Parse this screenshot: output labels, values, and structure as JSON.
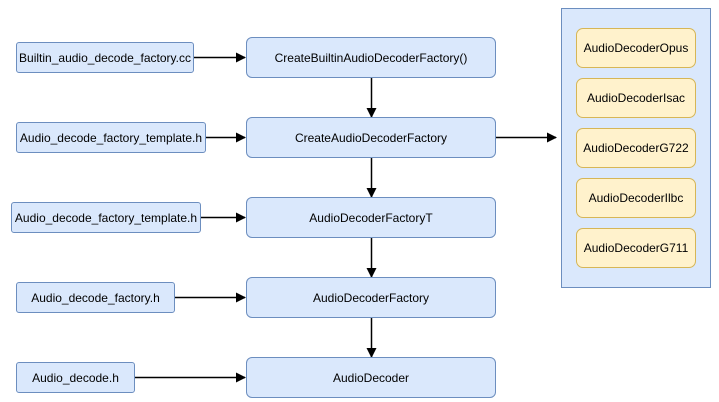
{
  "colors": {
    "blue_fill": "#dae8fc",
    "blue_stroke": "#6c8ebf",
    "yellow_fill": "#fff2cc",
    "yellow_stroke": "#d6b656",
    "arrow": "#000000"
  },
  "sources": {
    "builtin_factory_cc": "Builtin_audio_decode_factory.cc",
    "factory_template_h_1": "Audio_decode_factory_template.h",
    "factory_template_h_2": "Audio_decode_factory_template.h",
    "factory_h": "Audio_decode_factory.h",
    "decode_h": "Audio_decode.h"
  },
  "chain": {
    "create_builtin": "CreateBuiltinAudioDecoderFactory()",
    "create_factory": "CreateAudioDecoderFactory",
    "factory_t": "AudioDecoderFactoryT",
    "factory": "AudioDecoderFactory",
    "decoder": "AudioDecoder"
  },
  "decoders": [
    "AudioDecoderOpus",
    "AudioDecoderIsac",
    "AudioDecoderG722",
    "AudioDecoderIlbc",
    "AudioDecoderG711"
  ]
}
